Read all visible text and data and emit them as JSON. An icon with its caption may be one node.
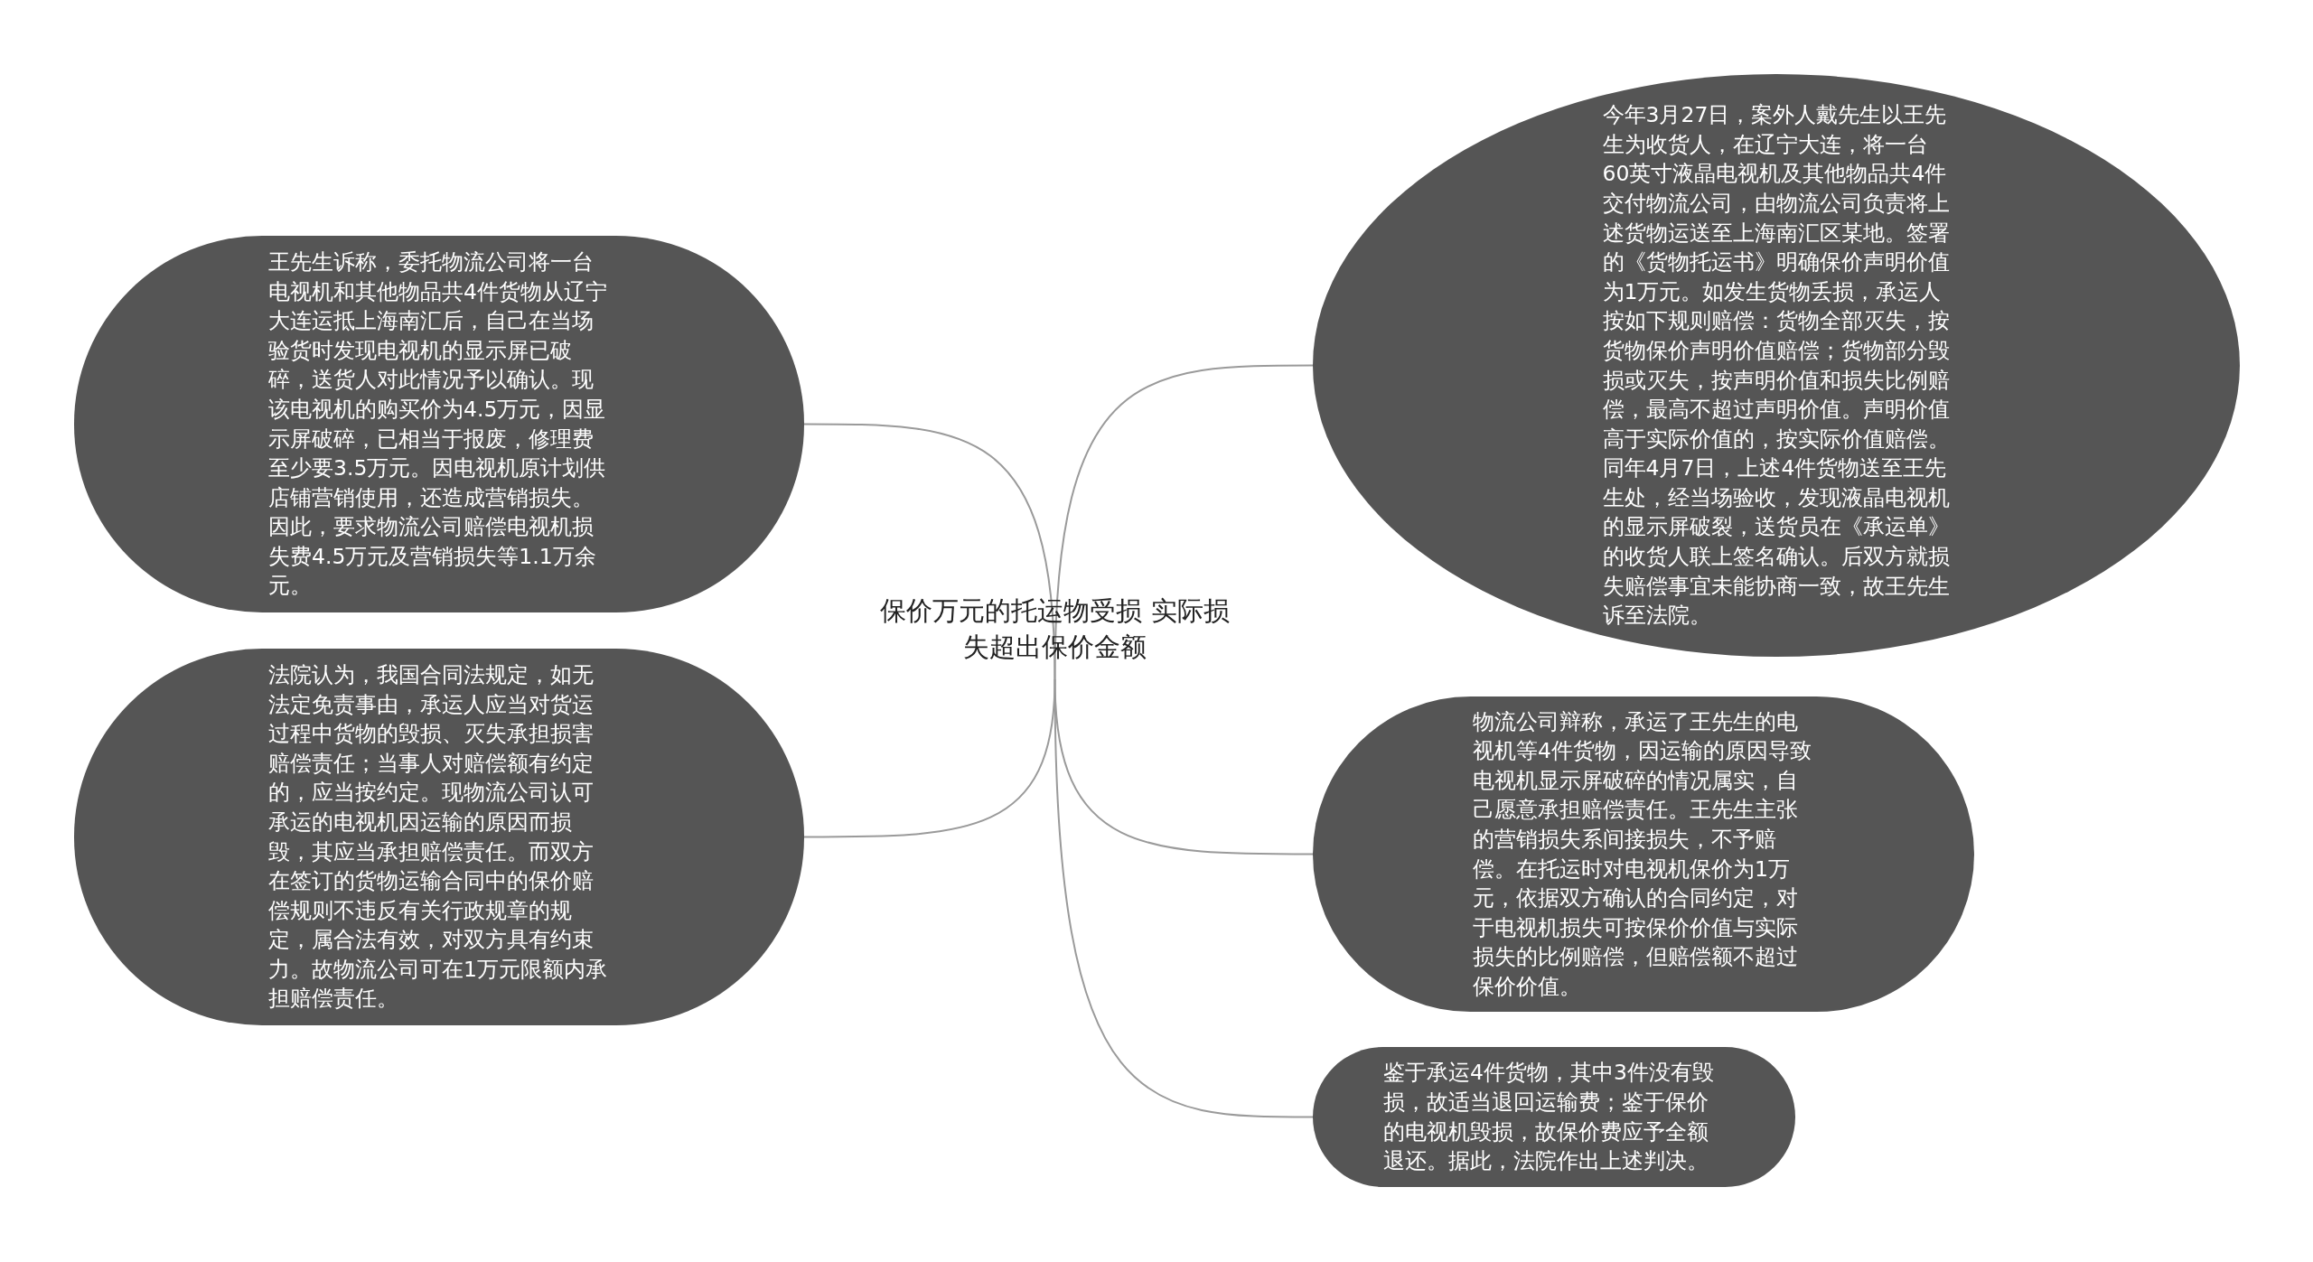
{
  "diagram": {
    "nodes": [
      {
        "text": [
          "保价万元的托运物受损 实际损失超出保价金额"
        ]
      },
      {
        "text": [
          "王先生诉称，委托物流公司将一台电视机和其他物品共4件货物从辽宁大连运抵上海南汇后，自己在当场验货时发现电视机的显示屏已破碎，送货人对此情况予以确认。现该电视机的购买价为4.5万元，因显示屏破碎，已相当于报废，修理费至少要3.5万元。因电视机原计划供店铺营销使用，还造成营销损失。因此，要求物流公司赔偿电视机损失费4.5万元及营销损失等1.1万余元。"
        ]
      },
      {
        "text": [
          "法院认为，我国合同法规定，如无法定免责事由，承运人应当对货运过程中货物的毁损、灭失承担损害赔偿责任；当事人对赔偿额有约定的，应当按约定。现物流公司认可承运的电视机因运输的原因而损毁，其应当承担赔偿责任。而双方在签订的货物运输合同中的保价赔偿规则不违反有关行政规章的规定，属合法有效，对双方具有约束力。故物流公司可在1万元限额内承担赔偿责任。"
        ]
      },
      {
        "text": [
          "今年3月27日，案外人戴先生以王先生为收货人，在辽宁大连，将一台60英寸液晶电视机及其他物品共4件交付物流公司，由物流公司负责将上述货物运送至上海南汇区某地。签署的《货物托运书》明确保价声明价值为1万元。如发生货物丢损，承运人按如下规则赔偿：货物全部灭失，按货物保价声明价值赔偿；货物部分毁损或灭失，按声明价值和损失比例赔偿，最高不超过声明价值。声明价值高于实际价值的，按实际价值赔偿。同年4月7日，上述4件货物送至王先生处，经当场验收，发现液晶电视机的显示屏破裂，送货员在《承运单》的收货人联上签名确认。后双方就损失赔偿事宜未能协商一致，故王先生诉至法院。"
        ]
      },
      {
        "text": [
          "物流公司辩称，承运了王先生的电视机等4件货物，因运输的原因导致电视机显示屏破碎的情况属实，自己愿意承担赔偿责任。王先生主张的营销损失系间接损失，不予赔偿。在托运时对电视机保价为1万元，依据双方确认的合同约定，对于电视机损失可按保价价值与实际损失的比例赔偿，但赔偿额不超过保价价值。"
        ]
      },
      {
        "text": [
          "鉴于承运4件货物，其中3件没有毁损，故适当退回运输费；鉴于保价的电视机毁损，故保价费应予全额退还。据此，法院作出上述判决。"
        ]
      }
    ],
    "edges": [
      {
        "from": 0,
        "to": 1,
        "arrow": "none"
      },
      {
        "from": 0,
        "to": 2,
        "arrow": "none"
      },
      {
        "from": 0,
        "to": 3,
        "arrow": "none"
      },
      {
        "from": 0,
        "to": 4,
        "arrow": "none"
      },
      {
        "from": 0,
        "to": 5,
        "arrow": "none"
      }
    ]
  }
}
